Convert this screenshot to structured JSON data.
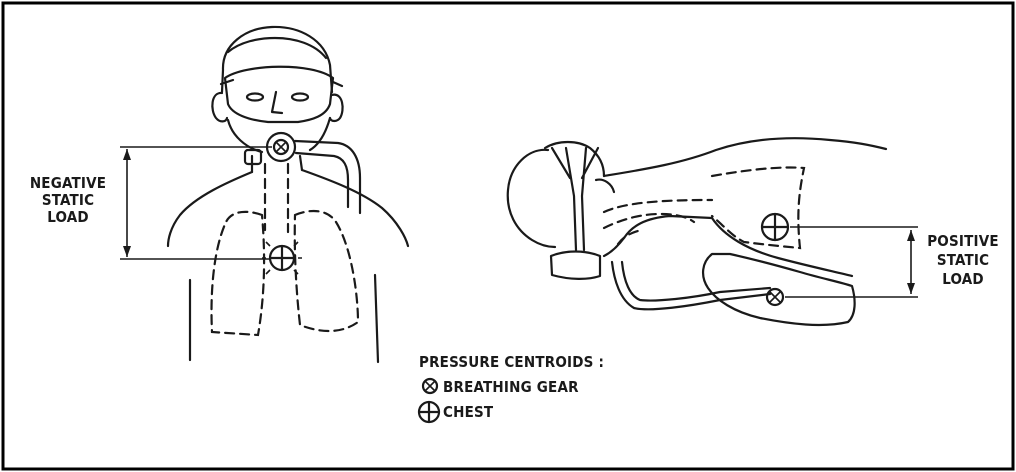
{
  "labels": {
    "negative": [
      "NEGATIVE",
      "STATIC",
      "LOAD"
    ],
    "positive": [
      "POSITIVE",
      "STATIC",
      "LOAD"
    ]
  },
  "legend": {
    "title": "PRESSURE CENTROIDS :",
    "items": [
      {
        "symbol": "breathing-gear-centroid-icon",
        "label": "BREATHING GEAR"
      },
      {
        "symbol": "chest-centroid-icon",
        "label": "CHEST"
      }
    ]
  },
  "colors": {
    "ink": "#1a1a1a",
    "background": "#ffffff",
    "frame": "#000000"
  }
}
